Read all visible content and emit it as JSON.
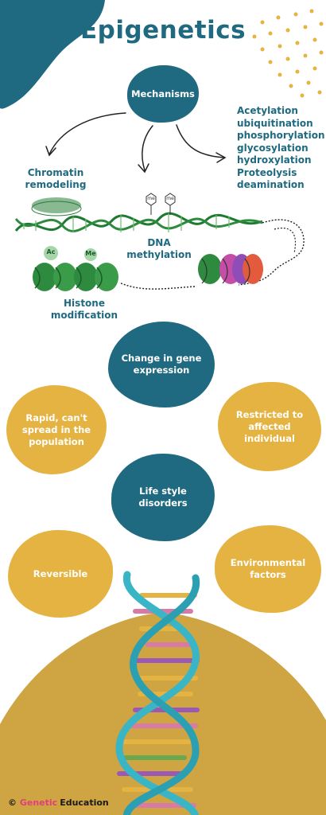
{
  "title": "Epigenetics",
  "mechanisms": "Mechanisms",
  "modifications": [
    "Acetylation",
    "ubiquitination",
    "phosphorylation",
    "glycosylation",
    "hydroxylation",
    "Proteolysis",
    "deamination"
  ],
  "chromatin_label": [
    "Chromatin",
    "remodeling"
  ],
  "dna_methylation_label": [
    "DNA",
    "methylation"
  ],
  "histone_label": [
    "Histone",
    "modification"
  ],
  "tags": {
    "acetyl": "Ac",
    "methyl": "Me",
    "me": "me"
  },
  "change": "Change in gene expression",
  "rapid": "Rapid, can't spread in the population",
  "restricted": "Restricted to affected individual",
  "lifestyle": "Life style disorders",
  "reversible": "Reversible",
  "environmental": "Environmental factors",
  "footer": {
    "symbol": "©",
    "part1": "Genetic",
    "part2": "Education"
  },
  "colors": {
    "teal": "#1f6a80",
    "gold": "#e5b341",
    "dna_green": "#2e8a3f",
    "helix_teal": "#3ab5c6",
    "pink_brand": "#e0407a"
  }
}
